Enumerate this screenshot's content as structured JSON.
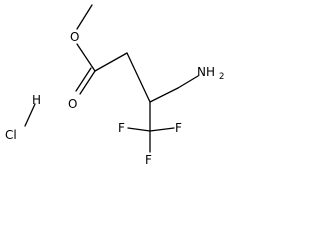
{
  "molecule": {
    "atoms": {
      "ester_oxygen": "O",
      "carbonyl_oxygen": "O",
      "amine": "NH",
      "amine_subscript": "2",
      "fluorine_left": "F",
      "fluorine_right": "F",
      "fluorine_bottom": "F"
    },
    "salt": {
      "hydrogen": "H",
      "chlorine": "Cl"
    },
    "bond_color": "#000000"
  }
}
